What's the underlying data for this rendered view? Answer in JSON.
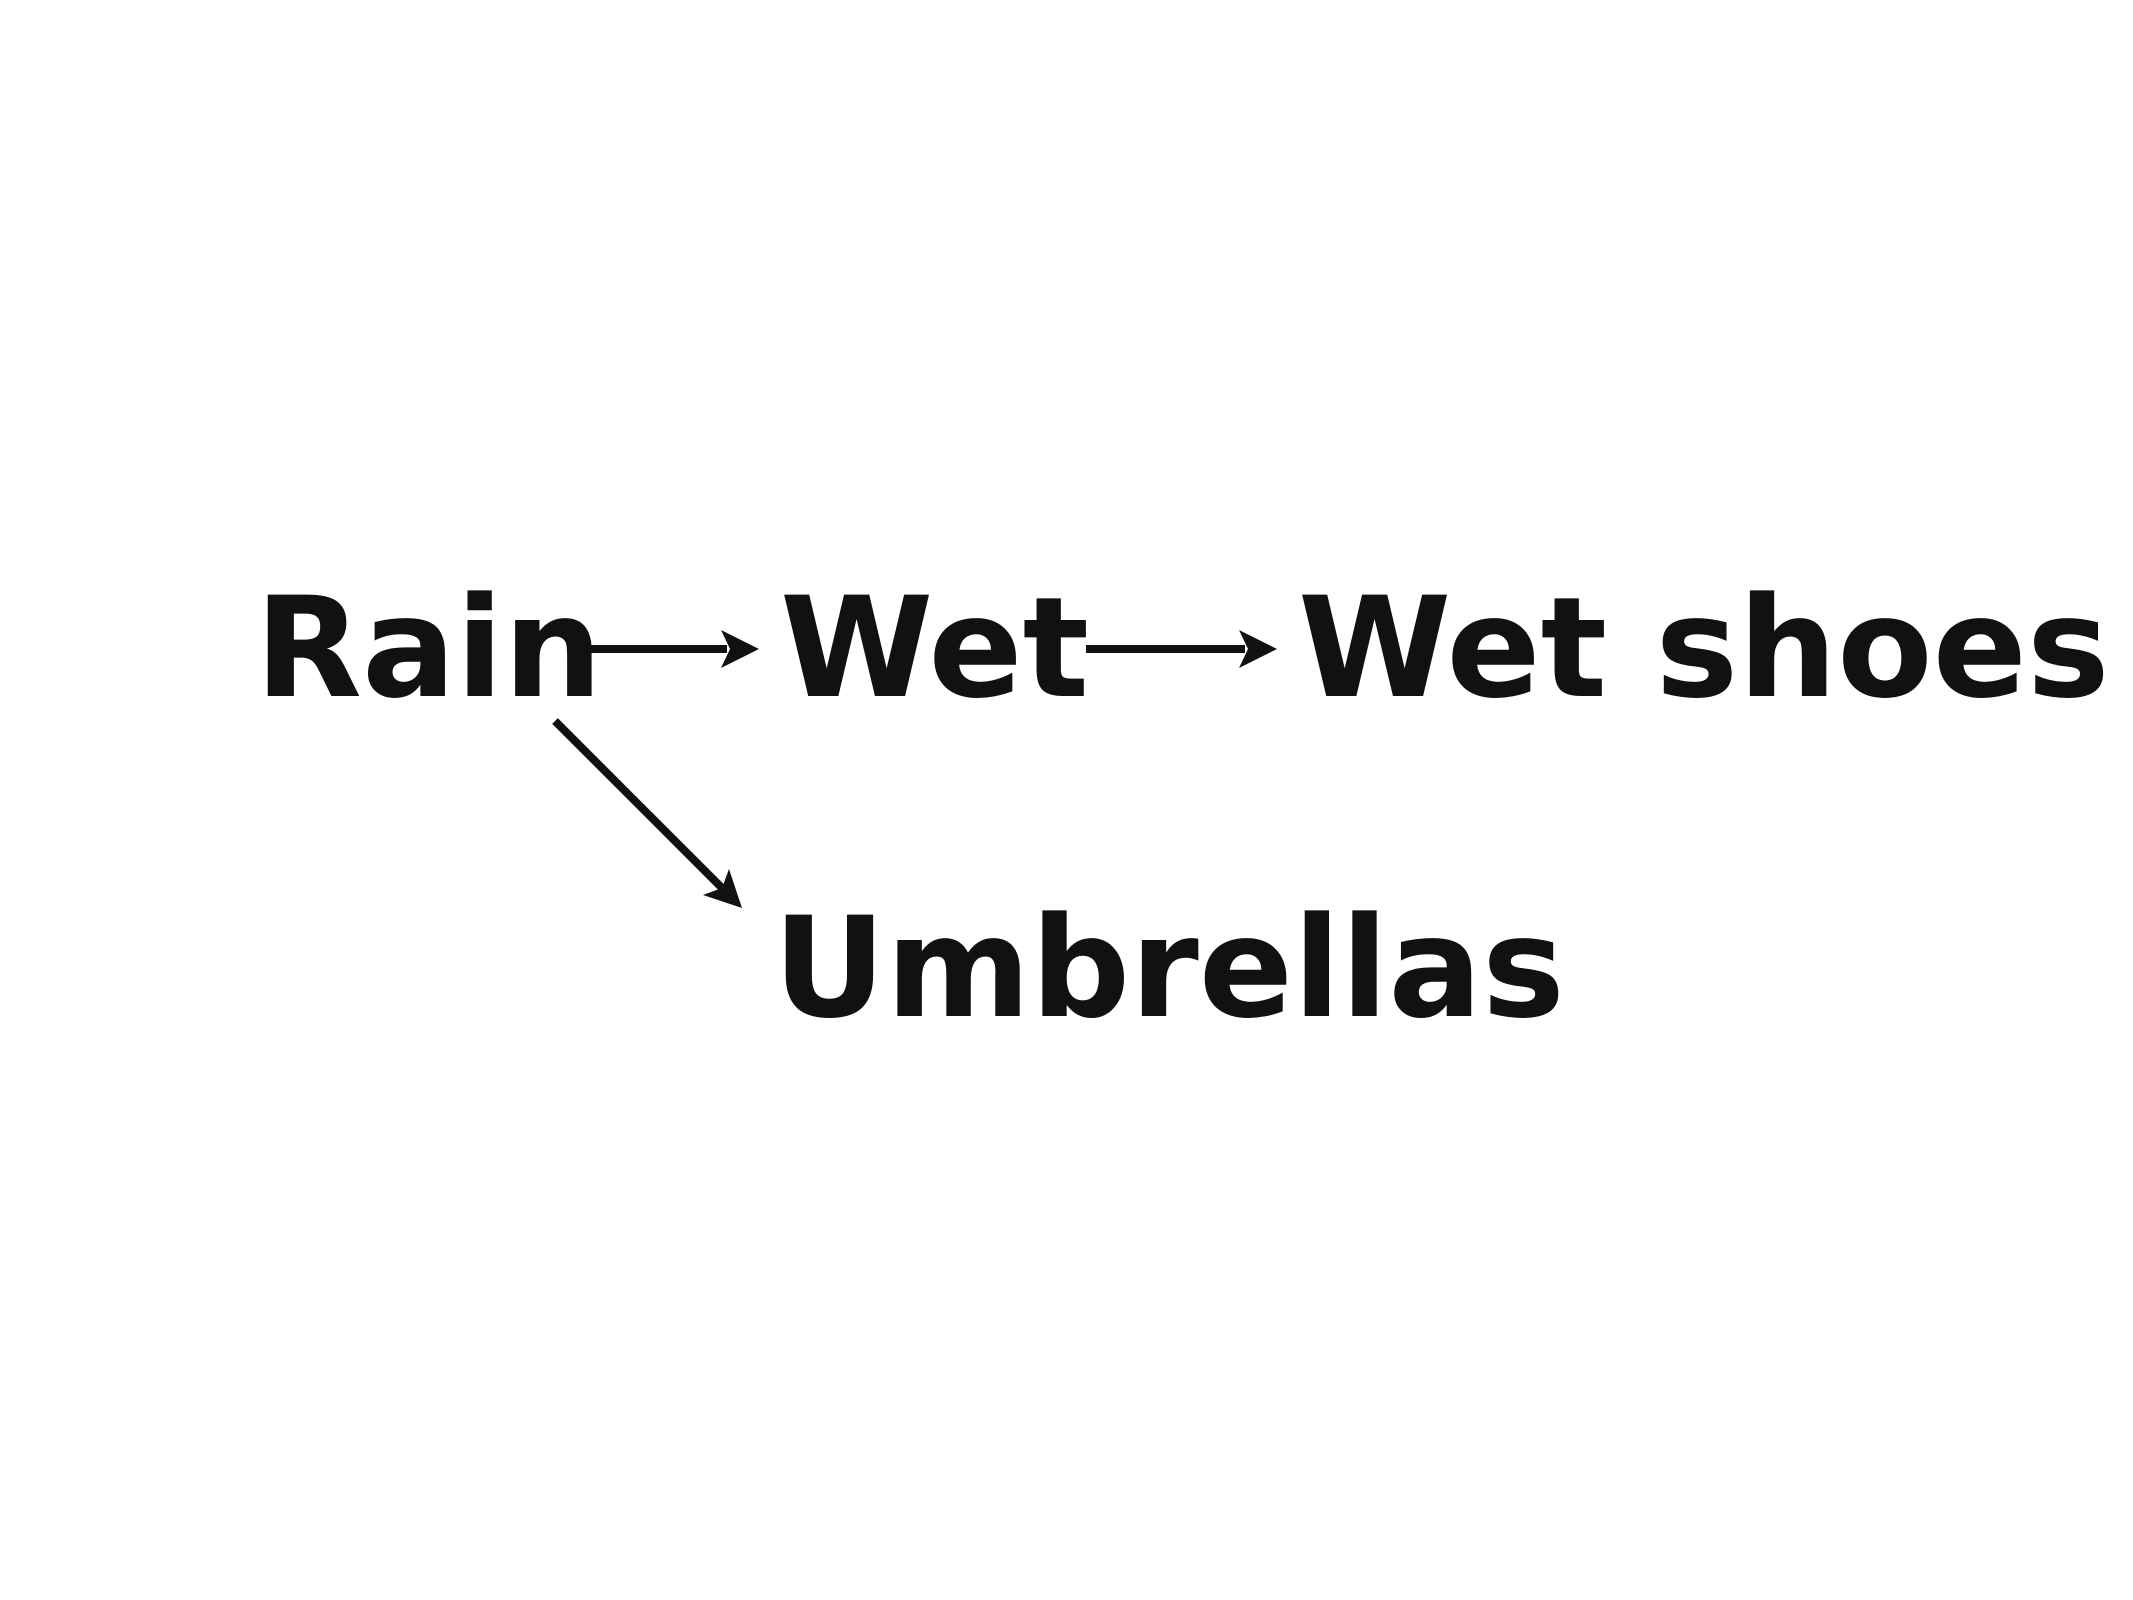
{
  "diagram": {
    "nodes": [
      {
        "id": "rain",
        "label": "Rain"
      },
      {
        "id": "wet",
        "label": "Wet"
      },
      {
        "id": "wet-shoes",
        "label": "Wet shoes"
      },
      {
        "id": "umbrellas",
        "label": "Umbrellas"
      }
    ],
    "edges": [
      {
        "from": "rain",
        "to": "wet"
      },
      {
        "from": "wet",
        "to": "wet-shoes"
      },
      {
        "from": "rain",
        "to": "umbrellas"
      }
    ]
  },
  "colors": {
    "text": "#111111",
    "arrow": "#111111",
    "background": "#ffffff"
  }
}
